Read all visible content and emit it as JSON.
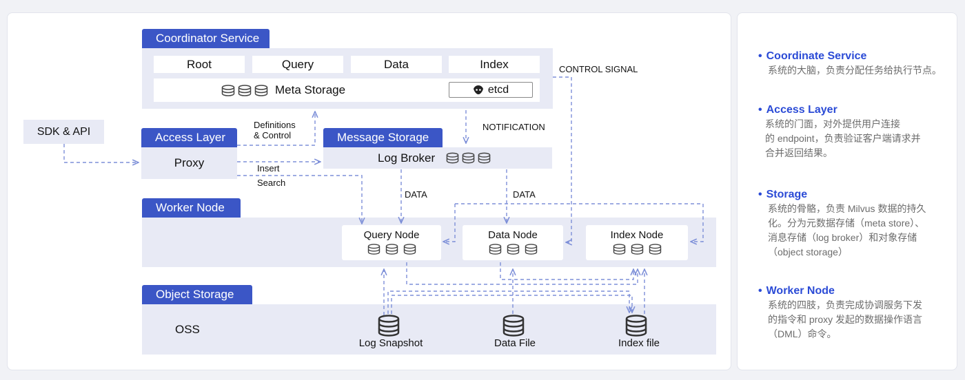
{
  "coordinator": {
    "title": "Coordinator Service",
    "cells": [
      "Root",
      "Query",
      "Data",
      "Index"
    ],
    "meta_storage": "Meta Storage",
    "etcd": "etcd"
  },
  "sdk": {
    "label": "SDK & API"
  },
  "access": {
    "title": "Access Layer",
    "proxy": "Proxy"
  },
  "message": {
    "title": "Message Storage",
    "log_broker": "Log Broker"
  },
  "worker": {
    "title": "Worker Node",
    "nodes": [
      "Query Node",
      "Data Node",
      "Index Node"
    ]
  },
  "object_storage": {
    "title": "Object Storage",
    "oss": "OSS",
    "items": [
      "Log Snapshot",
      "Data File",
      "Index file"
    ]
  },
  "labels": {
    "control_signal": "CONTROL SIGNAL",
    "definitions_line1": "Definitions",
    "definitions_line2": "& Control",
    "notification": "NOTIFICATION",
    "insert": "Insert",
    "search": "Search",
    "data_left": "DATA",
    "data_right": "DATA"
  },
  "sidebar": [
    {
      "title": "Coordinate Service",
      "desc": [
        "系统的大脑，负责分配任务给执行节点。"
      ]
    },
    {
      "title": "Access Layer",
      "desc": [
        "系统的门面，对外提供用户连接",
        "的 endpoint，负责验证客户端请求并",
        "合并返回结果。"
      ]
    },
    {
      "title": "Storage",
      "desc": [
        "系统的骨骼，负责 Milvus 数据的持久",
        "化。分为元数据存储（meta store）、",
        "消息存储（log broker）和对象存储",
        "（object storage）"
      ]
    },
    {
      "title": "Worker Node",
      "desc": [
        "系统的四肢，负责完成协调服务下发",
        "的指令和 proxy 发起的数据操作语言",
        "（DML）命令。"
      ]
    }
  ],
  "colors": {
    "tab": "#3b56c6",
    "band": "#e8eaf5",
    "arrow": "#7d8fd8",
    "accent_text": "#2b4bd6"
  }
}
